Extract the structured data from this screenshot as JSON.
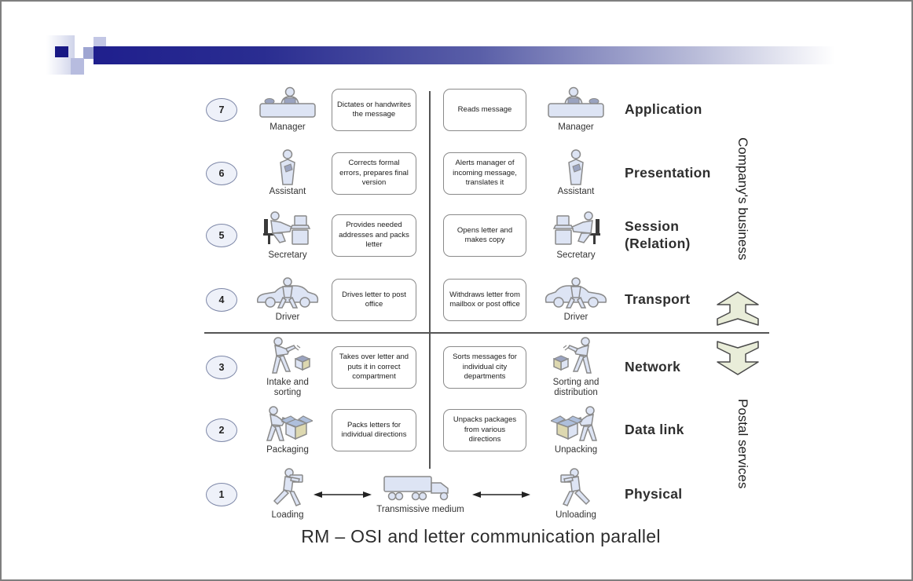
{
  "caption": "RM – OSI and letter communication parallel",
  "side_labels": {
    "top": "Company's business",
    "bottom": "Postal services"
  },
  "rows": [
    {
      "num": "7",
      "left_role": "Manager",
      "left_action": "Dictates or handwrites the message",
      "right_action": "Reads message",
      "right_role": "Manager",
      "layer": "Application"
    },
    {
      "num": "6",
      "left_role": "Assistant",
      "left_action": "Corrects formal errors, prepares final version",
      "right_action": "Alerts manager of incoming message, translates it",
      "right_role": "Assistant",
      "layer": "Presentation"
    },
    {
      "num": "5",
      "left_role": "Secretary",
      "left_action": "Provides needed addresses and packs letter",
      "right_action": "Opens letter and makes copy",
      "right_role": "Secretary",
      "layer": "Session\n(Relation)"
    },
    {
      "num": "4",
      "left_role": "Driver",
      "left_action": "Drives letter to post office",
      "right_action": "Withdraws letter from mailbox or post office",
      "right_role": "Driver",
      "layer": "Transport"
    },
    {
      "num": "3",
      "left_role": "Intake and sorting",
      "left_action": "Takes over letter and puts it in correct compartment",
      "right_action": "Sorts messages for individual city departments",
      "right_role": "Sorting and distribution",
      "layer": "Network"
    },
    {
      "num": "2",
      "left_role": "Packaging",
      "left_action": "Packs letters for individual directions",
      "right_action": "Unpacks packages from various directions",
      "right_role": "Unpacking",
      "layer": "Data link"
    },
    {
      "num": "1",
      "left_role": "Loading",
      "transmissive_label": "Transmissive medium",
      "right_role": "Unloading",
      "layer": "Physical"
    }
  ],
  "colors": {
    "header_navy": "#1f1f8d",
    "icon_fill": "#dde4f4",
    "icon_stroke": "#8a8a8a",
    "merge_arrow_fill": "#e9edd9",
    "divider": "#555555"
  }
}
